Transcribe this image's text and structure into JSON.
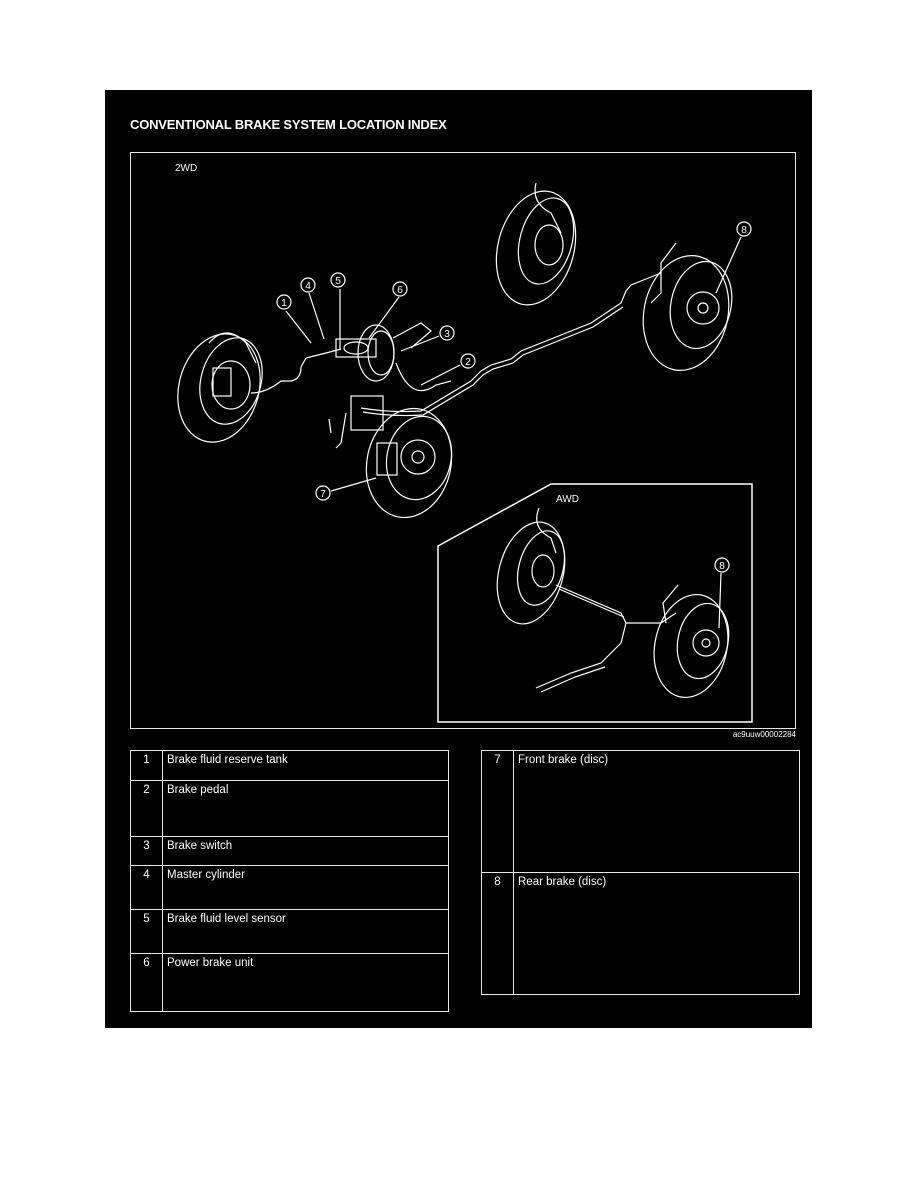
{
  "page": {
    "title": "CONVENTIONAL BRAKE SYSTEM LOCATION INDEX",
    "image_id": "ac9uuw00002284"
  },
  "diagram": {
    "main_label": "2WD",
    "inset_label": "AWD",
    "callouts": [
      {
        "num": "1",
        "target": "Brake fluid reserve tank"
      },
      {
        "num": "2",
        "target": "Brake pedal"
      },
      {
        "num": "3",
        "target": "Brake switch"
      },
      {
        "num": "4",
        "target": "Master cylinder"
      },
      {
        "num": "5",
        "target": "Brake fluid level sensor"
      },
      {
        "num": "6",
        "target": "Power brake unit"
      },
      {
        "num": "7",
        "target": "Front brake (disc)"
      },
      {
        "num": "8",
        "target": "Rear brake (disc)"
      }
    ],
    "inset_callouts": [
      {
        "num": "8",
        "target": "Rear brake (disc)"
      }
    ]
  },
  "index_left": [
    {
      "num": "1",
      "label": "Brake fluid reserve tank"
    },
    {
      "num": "2",
      "label": "Brake pedal"
    },
    {
      "num": "3",
      "label": "Brake switch"
    },
    {
      "num": "4",
      "label": "Master cylinder"
    },
    {
      "num": "5",
      "label": "Brake fluid level sensor"
    },
    {
      "num": "6",
      "label": "Power brake unit"
    }
  ],
  "index_right": [
    {
      "num": "7",
      "label": "Front brake (disc)"
    },
    {
      "num": "8",
      "label": "Rear brake (disc)"
    }
  ],
  "colors": {
    "background": "#000000",
    "line": "#ffffff",
    "page_margin": "#ffffff"
  }
}
